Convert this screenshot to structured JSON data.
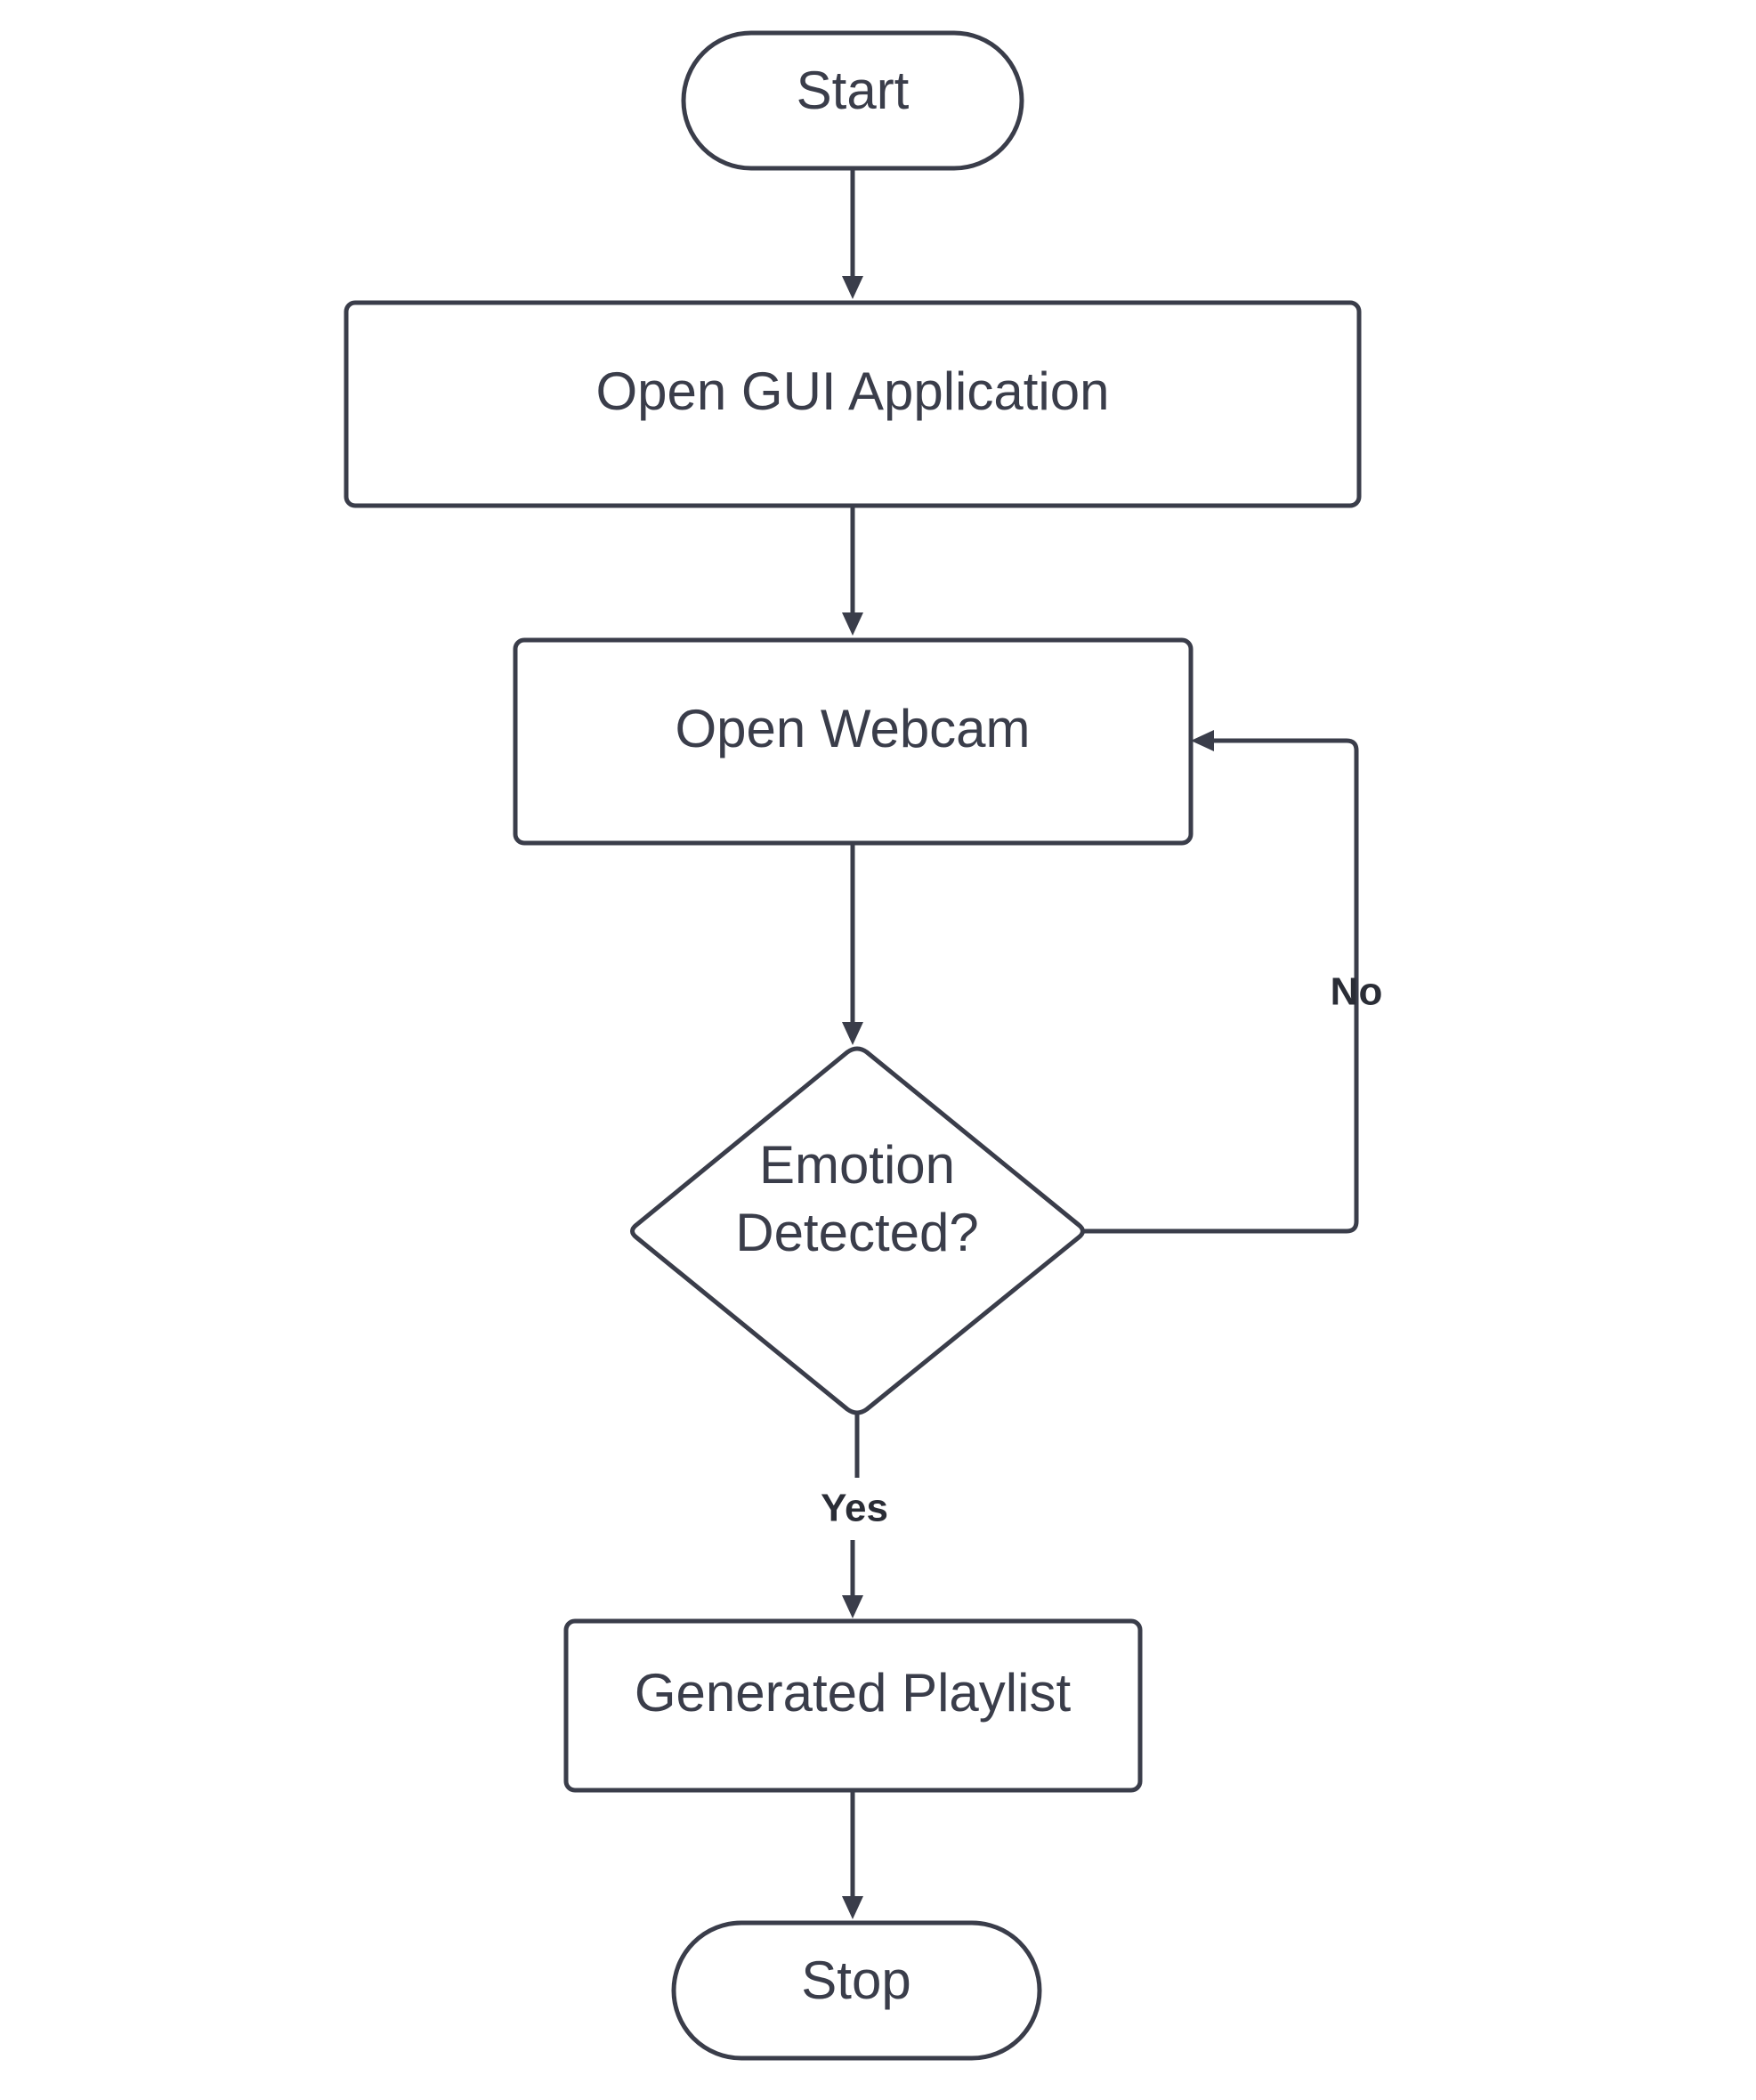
{
  "nodes": {
    "start": {
      "label": "Start"
    },
    "open_gui": {
      "label": "Open GUI Application"
    },
    "open_webcam": {
      "label": "Open Webcam"
    },
    "decision": {
      "line1": "Emotion",
      "line2": "Detected?"
    },
    "playlist": {
      "label": "Generated Playlist"
    },
    "stop": {
      "label": "Stop"
    }
  },
  "edges": {
    "no_label": "No",
    "yes_label": "Yes"
  },
  "colors": {
    "stroke": "#3a3d4a",
    "background": "#ffffff"
  }
}
